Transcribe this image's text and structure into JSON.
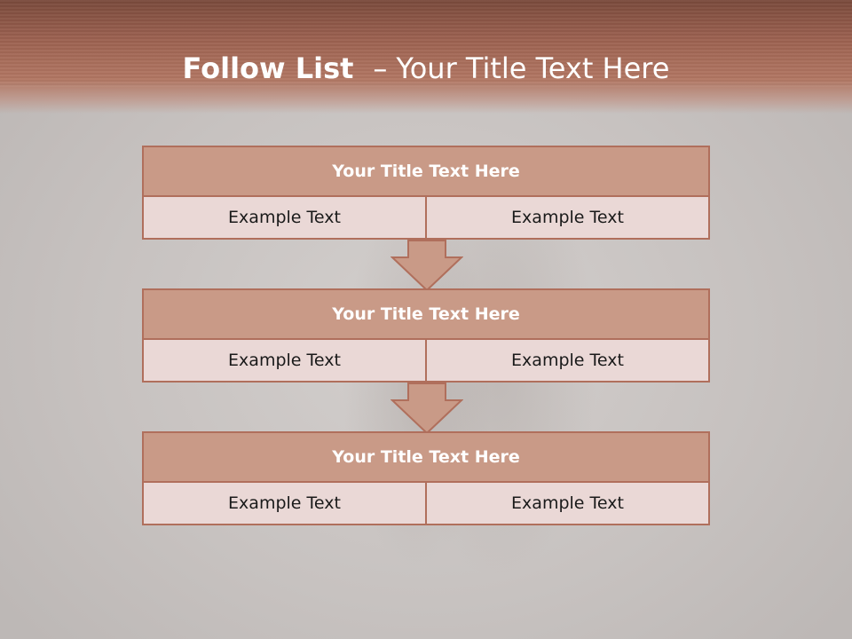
{
  "slide": {
    "title_bold": "Follow List",
    "title_dash": "–",
    "title_rest": "Your Title Text Here"
  },
  "blocks": [
    {
      "title": "Your Title Text Here",
      "cells": [
        "Example Text",
        "Example Text"
      ]
    },
    {
      "title": "Your Title Text Here",
      "cells": [
        "Example Text",
        "Example Text"
      ]
    },
    {
      "title": "Your Title Text Here",
      "cells": [
        "Example Text",
        "Example Text"
      ]
    }
  ],
  "colors": {
    "header": "#9c6150",
    "block_title_fill": "#c99a87",
    "block_cell_fill": "#ead8d6",
    "border": "#b06f5c"
  }
}
